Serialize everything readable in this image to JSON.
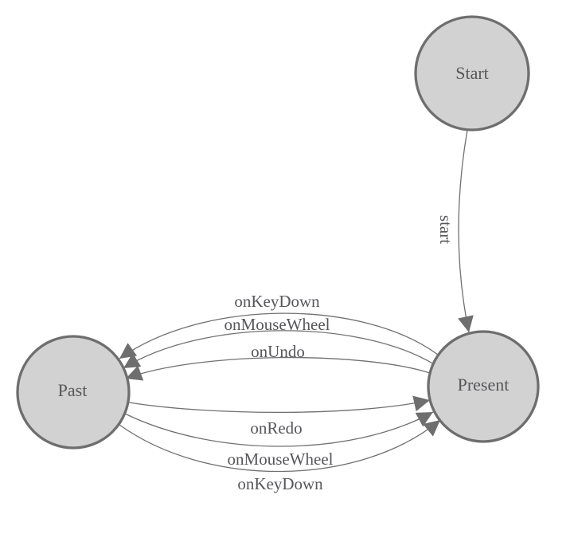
{
  "diagram": {
    "type": "state-machine",
    "colors": {
      "background": "#ffffff",
      "node_fill": "#d2d2d2",
      "node_stroke": "#6e6e6e",
      "edge_stroke": "#707070",
      "arrow_fill": "#6e6e6e",
      "label_color": "#57575b"
    },
    "nodes": [
      {
        "id": "start",
        "label": "Start"
      },
      {
        "id": "past",
        "label": "Past"
      },
      {
        "id": "present",
        "label": "Present"
      }
    ],
    "edges": [
      {
        "from": "Start",
        "to": "Present",
        "label": "start"
      },
      {
        "from": "Present",
        "to": "Past",
        "label": "onKeyDown"
      },
      {
        "from": "Present",
        "to": "Past",
        "label": "onMouseWheel"
      },
      {
        "from": "Present",
        "to": "Past",
        "label": "onUndo"
      },
      {
        "from": "Past",
        "to": "Present",
        "label": "onRedo"
      },
      {
        "from": "Past",
        "to": "Present",
        "label": "onMouseWheel"
      },
      {
        "from": "Past",
        "to": "Present",
        "label": "onKeyDown"
      }
    ]
  }
}
